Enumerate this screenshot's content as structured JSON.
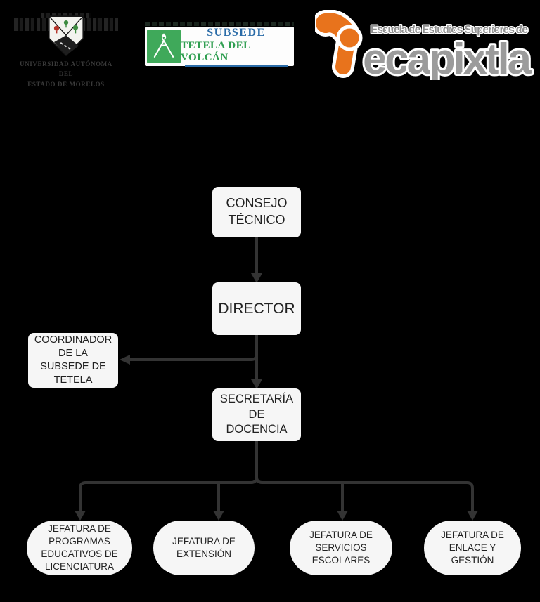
{
  "header": {
    "uaem": {
      "caption": "UNIVERSIDAD AUTÓNOMA DEL\nESTADO DE MORELOS"
    },
    "subsede": {
      "title": "SUBSEDE",
      "subtitle": "TETELA DEL VOLCÁN",
      "title_color": "#2B6CA8",
      "subtitle_color": "#2E9E50",
      "square_color": "#3FA95A"
    },
    "ecapixtla": {
      "tagline": "Escuela de Estudios Superiores de",
      "wordmark": "ecapixtla",
      "orange": "#E8731C",
      "gray": "#9B9B9B"
    }
  },
  "chart": {
    "line_color": "#333333",
    "node_background": "#F6F6F6",
    "nodes": {
      "consejo_tecnico": "CONSEJO\nTÉCNICO",
      "director": "DIRECTOR",
      "coordinador": "COORDINADOR\nDE LA\nSUBSEDE DE\nTETELA",
      "secretaria_docencia": "SECRETARÍA\nDE\nDOCENCIA",
      "jefatura_programas": "JEFATURA DE\nPROGRAMAS\nEDUCATIVOS DE\nLICENCIATURA",
      "jefatura_extension": "JEFATURA DE\nEXTENSIÓN",
      "jefatura_servicios": "JEFATURA DE\nSERVICIOS\nESCOLARES",
      "jefatura_enlace": "JEFATURA DE\nENLACE Y\nGESTIÓN"
    }
  }
}
